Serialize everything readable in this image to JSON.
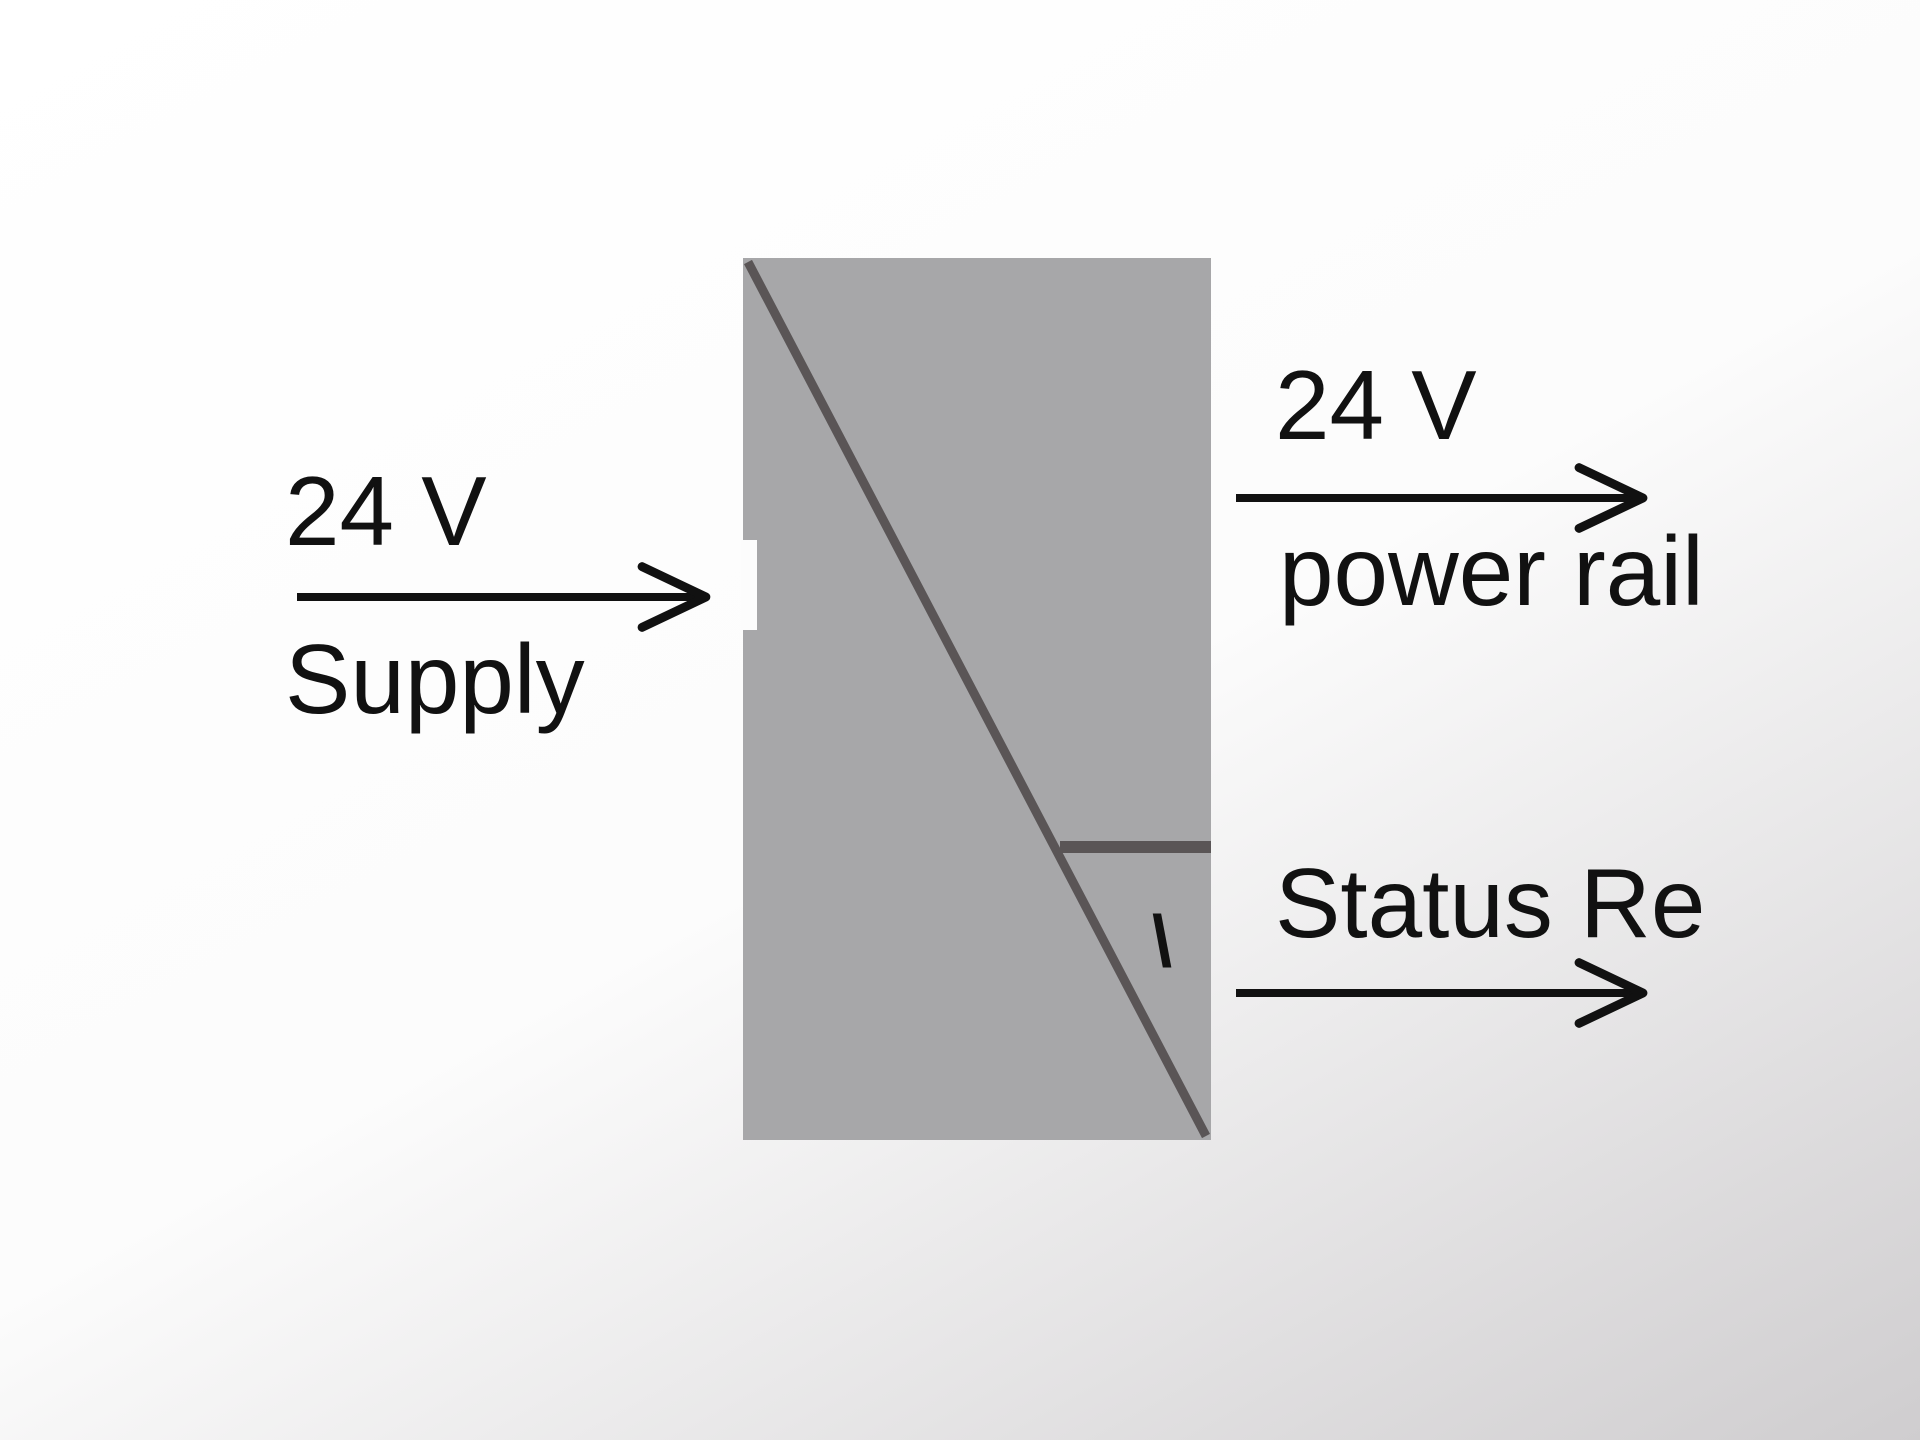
{
  "diagram": {
    "block": {
      "fill": "#a7a7a9",
      "line_color": "#5a5556",
      "inner_mark": "\\"
    },
    "arrow_color": "#111111",
    "input": {
      "top_label": "24 V",
      "bottom_label": "Supply"
    },
    "output_power": {
      "top_label": "24 V",
      "bottom_label": "power rail"
    },
    "output_status": {
      "top_label": "Status Re"
    }
  }
}
